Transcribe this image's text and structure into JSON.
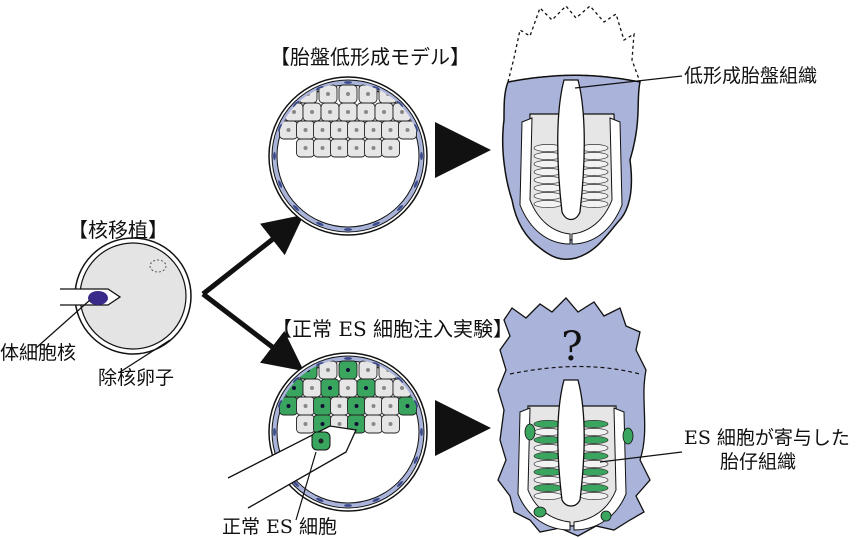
{
  "labels": {
    "nuclear_transfer": "【核移植】",
    "somatic_nucleus": "体細胞核",
    "enucleated_egg": "除核卵子",
    "placenta_model": "【胎盤低形成モデル】",
    "hypoplastic_placenta": "低形成胎盤組織",
    "es_injection": "【正常 ES 細胞注入実験】",
    "normal_es_cell": "正常 ES 細胞",
    "es_contrib_line1": "ES 細胞が寄与した",
    "es_contrib_line2": "胎仔組織",
    "question_mark": "?"
  },
  "colors": {
    "placenta_blue": "#aab4da",
    "es_green": "#3aa55e",
    "cell_gray": "#e6e6e6",
    "egg_gray": "#e4e4e4",
    "nucleus_purple": "#3a2a8a",
    "outline": "#111111"
  },
  "icons": {
    "arrow": "right-arrow-icon",
    "branch": "branch-arrow-icon"
  }
}
